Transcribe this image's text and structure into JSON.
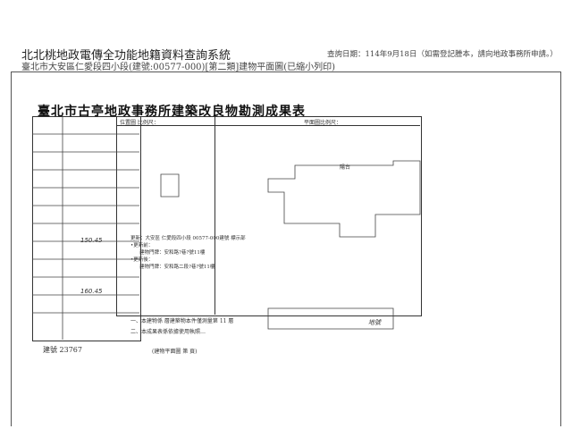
{
  "header": {
    "system_title": "北北桃地政電傳全功能地籍資料查詢系統",
    "subtitle": "臺北市大安區仁愛段四小段(建號:00577-000)[第二類]建物平面圖(已縮小列印)",
    "query_date": "查詢日期：114年9月18日（如需登記謄本，請向地政事務所申請。）"
  },
  "document": {
    "title": "臺北市古亭地政事務所建築改良物勘測成果表",
    "left_header": "位置圖 比例尺：",
    "right_header": "平面圖比例尺：",
    "balcony_label": "陽台",
    "update_note": [
      "更新：大安區 仁愛段四小段 00577-000建號 標示部",
      "•更新前：",
      "建物門牌：安和路?巷?號11樓",
      "•更新後：",
      "建物門牌：安和路二段?巷?號11樓"
    ],
    "footnote_1": "一、本建物係 層建築物本件僅測量第 11 層",
    "footnote_2": "二、本成果表係依據使用執照…",
    "bottom_left": "建號 23767",
    "bottom_mid": "(建物平面圖 第 頁)",
    "stamp": "地號",
    "area_left": "150.45",
    "area_total": "160.45"
  }
}
